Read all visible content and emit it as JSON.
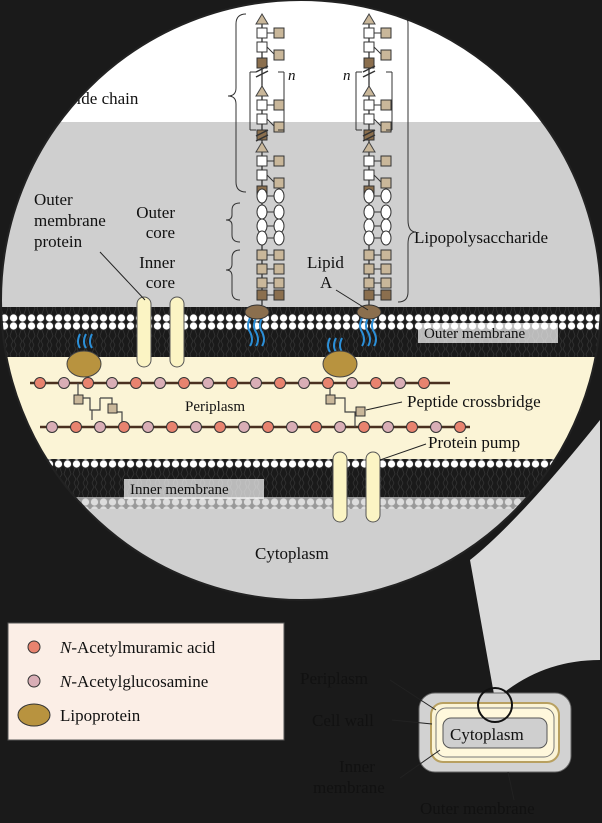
{
  "labels": {
    "o_side_chain": "O-side chain",
    "n_left": "n",
    "n_right": "n",
    "outer_core_1": "Outer",
    "outer_core_2": "core",
    "inner_core_1": "Inner",
    "inner_core_2": "core",
    "lipid_1": "Lipid",
    "lipid_2": "A",
    "lipopolysaccharide": "Lipopolysaccharide",
    "omp_1": "Outer",
    "omp_2": "membrane",
    "omp_3": "protein",
    "outer_membrane": "Outer membrane",
    "periplasm": "Periplasm",
    "peptide_crossbridge": "Peptide crossbridge",
    "protein_pump": "Protein pump",
    "inner_membrane": "Inner membrane",
    "cytoplasm": "Cytoplasm"
  },
  "legend": {
    "items": [
      {
        "italic": "N",
        "text": "-Acetylmuramic acid",
        "color": "#e8836f"
      },
      {
        "italic": "N",
        "text": "-Acetylglucosamine",
        "color": "#d9aeb6"
      },
      {
        "italic": "",
        "text": "Lipoprotein",
        "color": "#b8933f"
      }
    ]
  },
  "cell": {
    "periplasm": "Periplasm",
    "cell_wall": "Cell wall",
    "cytoplasm": "Cytoplasm",
    "inner_1": "Inner",
    "inner_2": "membrane",
    "outer_membrane": "Outer membrane"
  },
  "colors": {
    "background": "#1a1a1a",
    "cytoplasm_gray": "#cfcfcf",
    "periplasm_cream": "#fbf4d6",
    "legend_bg": "#fbeee6",
    "sugar_brown": "#8b6f4e",
    "sugar_tan": "#c9b79a",
    "nam": "#e8836f",
    "nag": "#d9aeb6",
    "lipoprotein": "#b8933f",
    "porin": "#fbf4c4"
  }
}
